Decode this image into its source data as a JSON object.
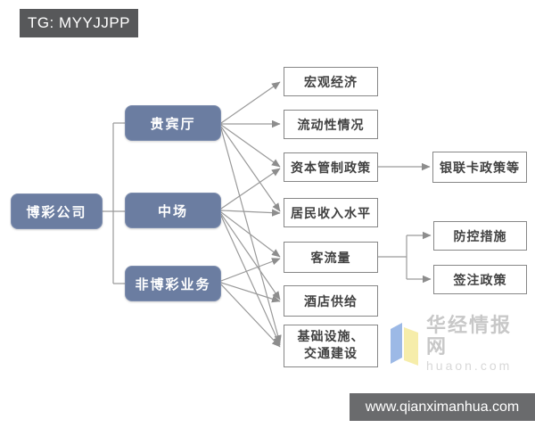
{
  "badge": {
    "text": "TG: MYYJJPP"
  },
  "diagram": {
    "root": {
      "label": "博彩公司"
    },
    "segments": [
      {
        "label": "贵宾厅"
      },
      {
        "label": "中场"
      },
      {
        "label": "非博彩业务"
      }
    ],
    "factors": [
      {
        "label": "宏观经济"
      },
      {
        "label": "流动性情况"
      },
      {
        "label": "资本管制政策"
      },
      {
        "label": "居民收入水平"
      },
      {
        "label": "客流量"
      },
      {
        "label": "酒店供给"
      },
      {
        "label": "基础设施、交通建设",
        "line1": "基础设施、",
        "line2": "交通建设"
      }
    ],
    "subfactors": [
      {
        "label": "银联卡政策等"
      },
      {
        "label": "防控措施"
      },
      {
        "label": "签注政策"
      }
    ],
    "edges": [
      {
        "from": "博彩公司",
        "to": "贵宾厅"
      },
      {
        "from": "博彩公司",
        "to": "中场"
      },
      {
        "from": "博彩公司",
        "to": "非博彩业务"
      },
      {
        "from": "贵宾厅",
        "to": "宏观经济"
      },
      {
        "from": "贵宾厅",
        "to": "流动性情况"
      },
      {
        "from": "贵宾厅",
        "to": "资本管制政策"
      },
      {
        "from": "贵宾厅",
        "to": "居民收入水平"
      },
      {
        "from": "贵宾厅",
        "to": "基础设施、交通建设"
      },
      {
        "from": "中场",
        "to": "资本管制政策"
      },
      {
        "from": "中场",
        "to": "居民收入水平"
      },
      {
        "from": "中场",
        "to": "客流量"
      },
      {
        "from": "中场",
        "to": "酒店供给"
      },
      {
        "from": "中场",
        "to": "基础设施、交通建设"
      },
      {
        "from": "非博彩业务",
        "to": "客流量"
      },
      {
        "from": "非博彩业务",
        "to": "酒店供给"
      },
      {
        "from": "非博彩业务",
        "to": "基础设施、交通建设"
      },
      {
        "from": "资本管制政策",
        "to": "银联卡政策等"
      },
      {
        "from": "客流量",
        "to": "防控措施"
      },
      {
        "from": "客流量",
        "to": "签注政策"
      }
    ]
  },
  "watermark": {
    "site_name": "华经情报网",
    "site_url": "huaon.com"
  },
  "footer": {
    "url": "www.qianximanhua.com"
  },
  "colors": {
    "segment_box": "#6b7da1",
    "factor_border": "#878787",
    "connector": "#9a9a9a",
    "badge_bg": "#57585a",
    "footer_bg": "#6a6b6d",
    "logo_blue": "#9cb9e6",
    "logo_yellow": "#f6edaa"
  }
}
